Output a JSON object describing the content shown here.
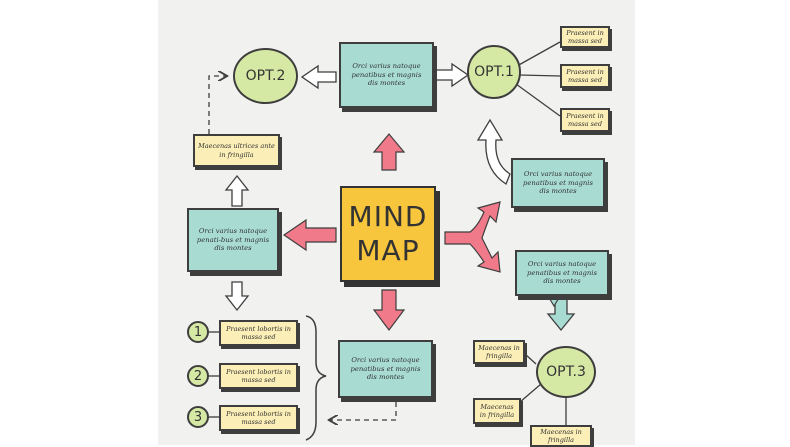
{
  "diagram": {
    "center": "MIND\nMAP",
    "opt1": "OPT.1",
    "opt2": "OPT.2",
    "opt3": "OPT.3",
    "top_box": "Orci varius natoque penatibus et magnis dis montes",
    "right_box": "Orci varius natoque penatibus et magnis dis montes",
    "left_box": "Orci varius natoque penati-bus et magnis dis montes",
    "bottom_box": "Orci varius natoque penatibus et magnis dis montes",
    "speech_box": "Orci varius natoque penatibus et magnis dis montes",
    "left_note": "Maecenas ultrices ante in fringilla",
    "opt1_notes": [
      "Praesent in massa sed",
      "Praesent in massa sed",
      "Praesent in massa sed"
    ],
    "opt3_notes": [
      "Maecenas in fringilla",
      "Maecenas in fringilla",
      "Maecenas in fringilla"
    ],
    "numbered": [
      {
        "num": "1",
        "text": "Praesent lobortis in massa sed"
      },
      {
        "num": "2",
        "text": "Praesent lobortis in massa sed"
      },
      {
        "num": "3",
        "text": "Praesent lobortis in massa sed"
      }
    ],
    "colors": {
      "center": "#f8c63c",
      "teal": "#a8dcd3",
      "yellow": "#fbeeb6",
      "circle": "#d6e9a4",
      "arrow": "#f07a8a"
    }
  }
}
